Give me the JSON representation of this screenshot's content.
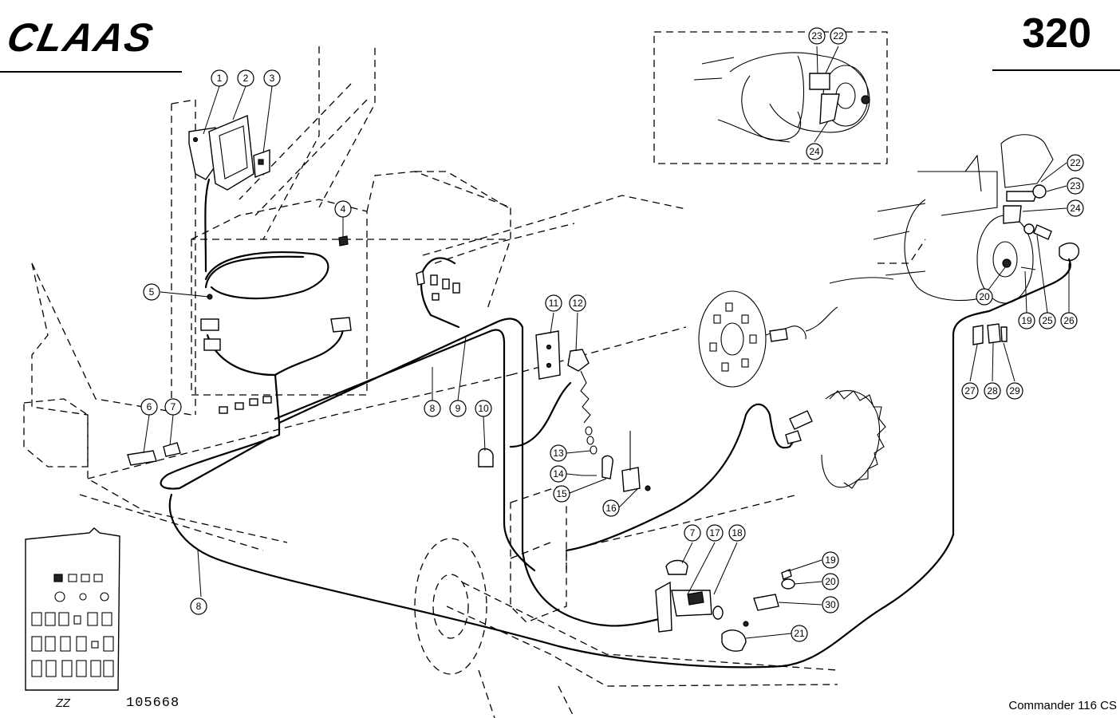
{
  "header": {
    "brand": "CLAAS",
    "page_number": "320"
  },
  "footer": {
    "code": "ZZ",
    "drawing_id": "105668",
    "model": "Commander 116 CS"
  },
  "callouts": {
    "c1": "1",
    "c2": "2",
    "c3": "3",
    "c4": "4",
    "c5": "5",
    "c6": "6",
    "c7a": "7",
    "c7b": "7",
    "c8a": "8",
    "c8b": "8",
    "c9": "9",
    "c10": "10",
    "c11": "11",
    "c12": "12",
    "c13": "13",
    "c14": "14",
    "c15": "15",
    "c16": "16",
    "c17": "17",
    "c18": "18",
    "c19a": "19",
    "c19b": "19",
    "c20a": "20",
    "c20b": "20",
    "c21": "21",
    "c22a": "22",
    "c22b": "22",
    "c23a": "23",
    "c23b": "23",
    "c24a": "24",
    "c24b": "24",
    "c25": "25",
    "c26": "26",
    "c27": "27",
    "c28": "28",
    "c29": "29",
    "c30": "30"
  }
}
